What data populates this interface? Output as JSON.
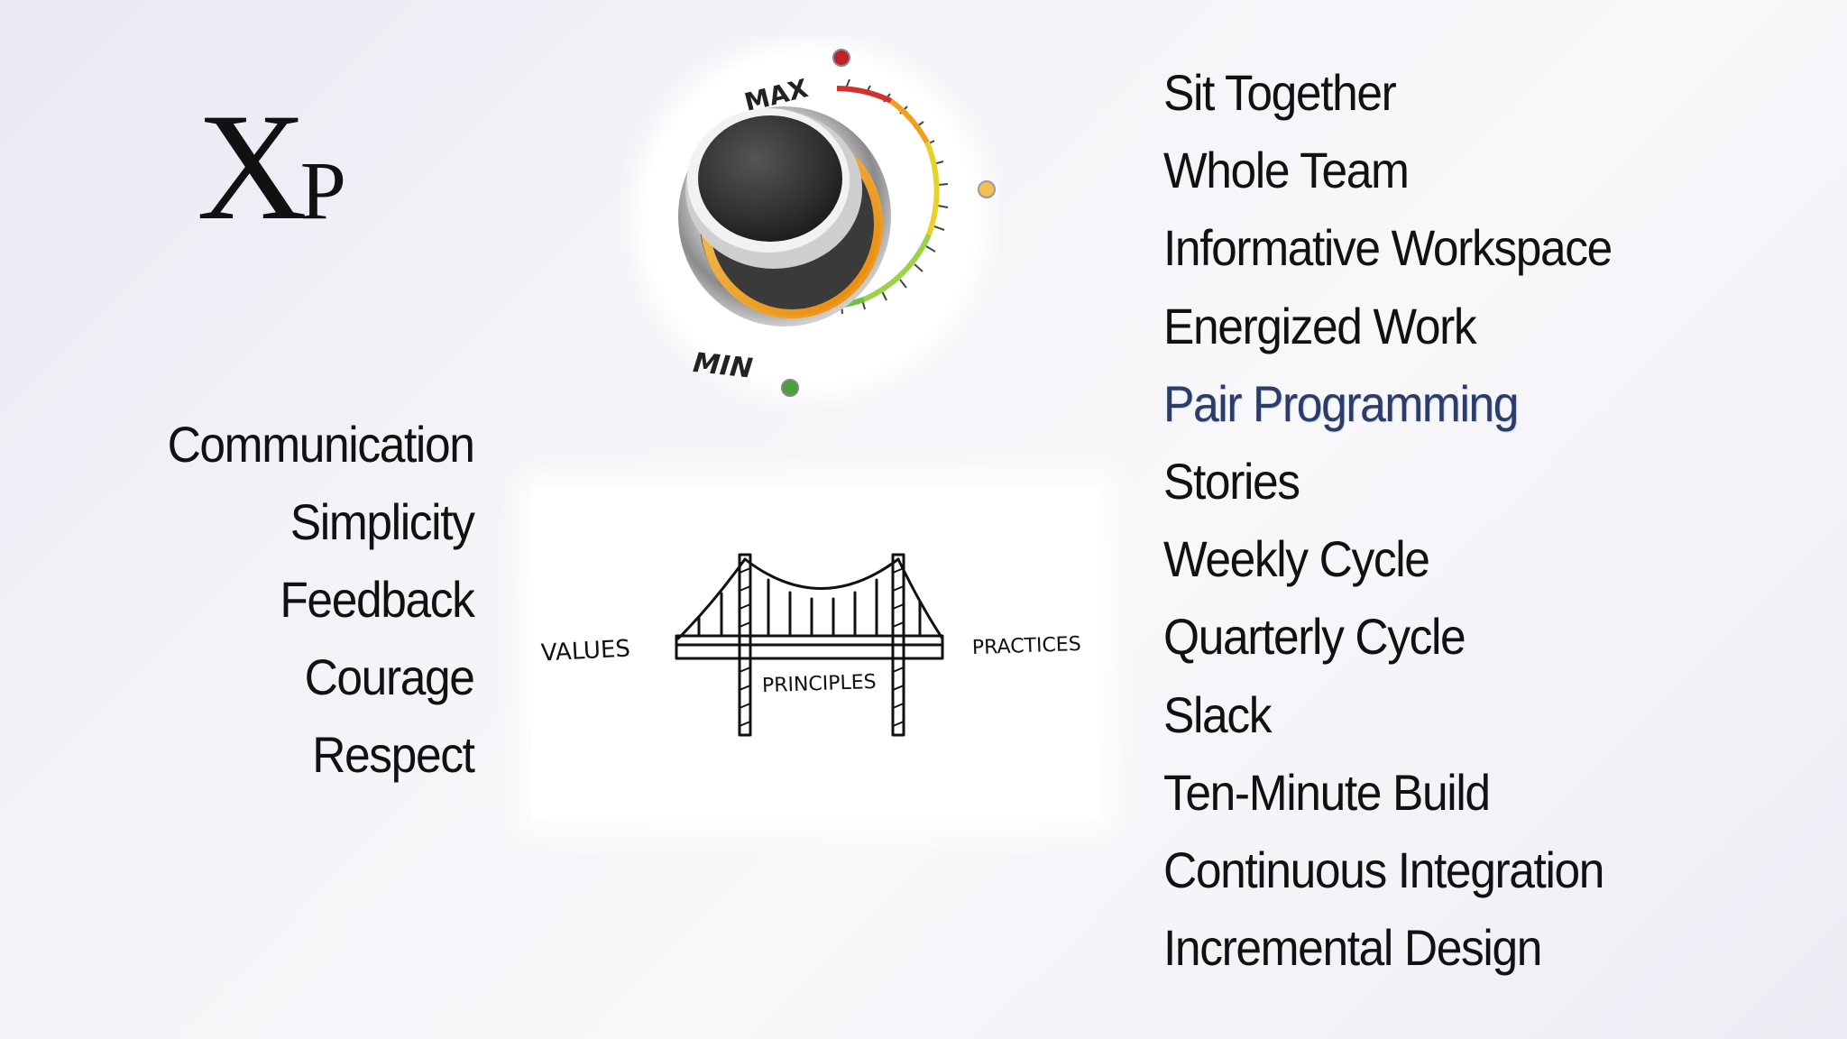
{
  "logo": {
    "big": "X",
    "small": "P"
  },
  "values": [
    "Communication",
    "Simplicity",
    "Feedback",
    "Courage",
    "Respect"
  ],
  "practices": [
    "Sit Together",
    "Whole Team",
    "Informative Workspace",
    "Energized Work",
    "Pair Programming",
    "Stories",
    "Weekly Cycle",
    "Quarterly Cycle",
    "Slack",
    "Ten-Minute Build",
    "Continuous Integration",
    "Incremental Design"
  ],
  "highlighted_practice": "Pair Programming",
  "knob": {
    "max_label": "MAX",
    "min_label": "MIN"
  },
  "bridge": {
    "left_label": "VALUES",
    "center_label": "PRINCIPLES",
    "right_label": "PRACTICES"
  },
  "colors": {
    "text": "#111111",
    "highlight": "#2b3c66",
    "glow": "#f5a623"
  }
}
